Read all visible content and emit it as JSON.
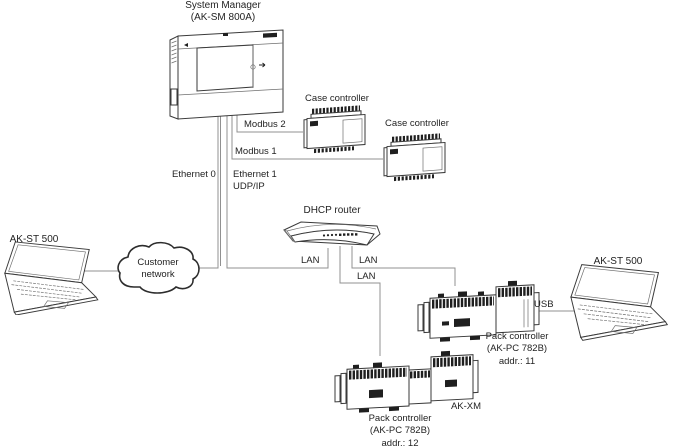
{
  "nodes": {
    "system_manager": {
      "name": "System Manager",
      "model": "(AK-SM 800A)"
    },
    "case_controller_top": {
      "name": "Case controller"
    },
    "case_controller_bottom": {
      "name": "Case controller"
    },
    "dhcp_router": {
      "name": "DHCP router"
    },
    "laptop_left": {
      "name": "AK-ST 500"
    },
    "laptop_right": {
      "name": "AK-ST 500"
    },
    "customer_network": {
      "line1": "Customer",
      "line2": "network"
    },
    "pack_controller_11": {
      "name": "Pack controller",
      "model": "(AK-PC 782B)",
      "address": "addr.: 11"
    },
    "pack_controller_12": {
      "name": "Pack controller",
      "model": "(AK-PC 782B)",
      "address": "addr.: 12"
    },
    "ak_xm": {
      "name": "AK-XM"
    }
  },
  "connections": {
    "modbus_2": "Modbus 2",
    "modbus_1": "Modbus 1",
    "ethernet_0": "Ethernet 0",
    "ethernet_1": "Ethernet 1",
    "ethernet_1_protocol": "UDP/IP",
    "lan_left": "LAN",
    "lan_right": "LAN",
    "lan_bottom": "LAN",
    "usb": "USB"
  },
  "colors": {
    "background": "#ffffff",
    "wire": "#909090",
    "device_stroke": "#3a3a3a",
    "text": "#232323"
  }
}
